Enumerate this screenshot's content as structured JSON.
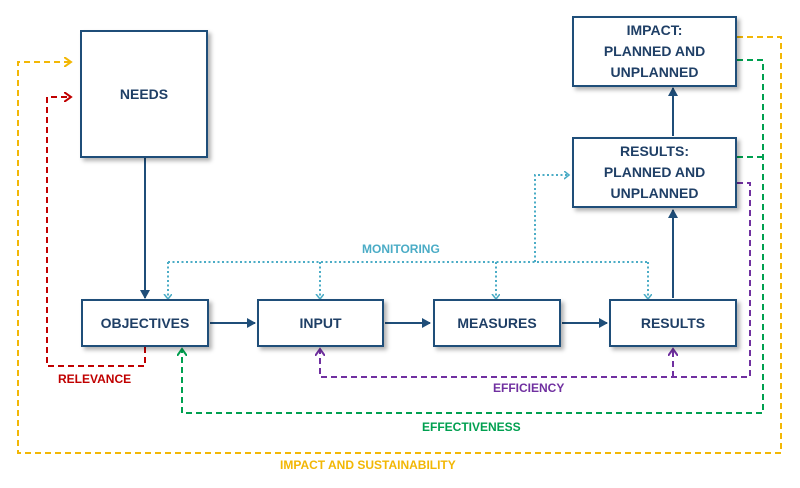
{
  "boxes": {
    "needs": "NEEDS",
    "objectives": "OBJECTIVES",
    "input": "INPUT",
    "measures": "MEASURES",
    "results": "RESULTS",
    "results_planned": "RESULTS:\nPLANNED AND\nUNPLANNED",
    "impact": "IMPACT:\nPLANNED AND\nUNPLANNED"
  },
  "labels": {
    "monitoring": "MONITORING",
    "relevance": "RELEVANCE",
    "efficiency": "EFFICIENCY",
    "effectiveness": "EFFECTIVENESS",
    "impact_sustainability": "IMPACT AND SUSTAINABILITY"
  },
  "colors": {
    "box_border": "#1f4e79",
    "monitoring": "#4bacc6",
    "relevance": "#c00000",
    "efficiency": "#7030a0",
    "effectiveness": "#00a050",
    "impact_sustainability": "#f2b705"
  }
}
